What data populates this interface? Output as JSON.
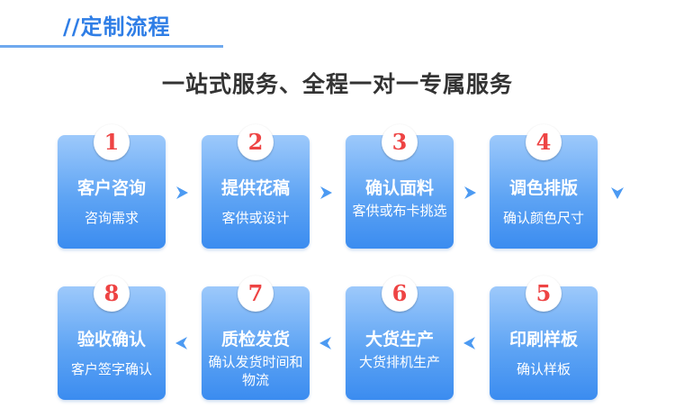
{
  "header": {
    "title": "//定制流程"
  },
  "subtitle": "一站式服务、全程一对一专属服务",
  "steps": [
    {
      "number": "1",
      "title": "客户咨询",
      "desc": "咨询需求"
    },
    {
      "number": "2",
      "title": "提供花稿",
      "desc": "客供或设计"
    },
    {
      "number": "3",
      "title": "确认面料",
      "desc": "客供或布卡挑选"
    },
    {
      "number": "4",
      "title": "调色排版",
      "desc": "确认颜色尺寸"
    },
    {
      "number": "5",
      "title": "印刷样板",
      "desc": "确认样板"
    },
    {
      "number": "6",
      "title": "大货生产",
      "desc": "大货排机生产"
    },
    {
      "number": "7",
      "title": "质检发货",
      "desc": "确认发货时间和物流"
    },
    {
      "number": "8",
      "title": "验收确认",
      "desc": "客户签字确认"
    }
  ],
  "colors": {
    "accent": "#2f7ee6",
    "card_top": "#9dc9fb",
    "card_bottom": "#3b8cf0",
    "badge_number": "#ee4444",
    "arrow": "#4c9af2"
  },
  "icons": {
    "arrow_right": "chevron-right-icon",
    "arrow_left": "chevron-left-icon",
    "arrow_down": "chevron-down-icon"
  }
}
